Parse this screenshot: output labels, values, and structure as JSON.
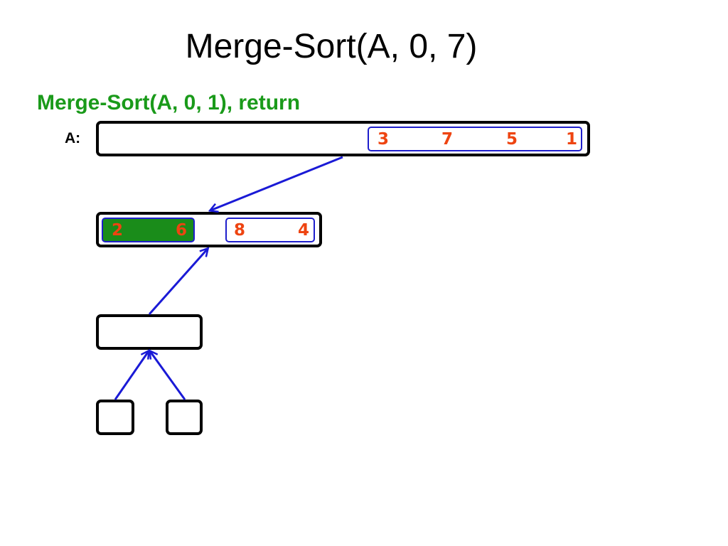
{
  "title": "Merge-Sort(A, 0, 7)",
  "status": {
    "text": "Merge-Sort(A, 0, 1), return",
    "color": "#1a9a1a"
  },
  "array_label": "A:",
  "colors": {
    "number": "#ee4411",
    "subarray_border": "#1e1ecc",
    "sorted_fill": "#1a8c1a",
    "arrow": "#1a1ad6",
    "box_border": "#000000"
  },
  "top_array": {
    "right_half": [
      "3",
      "7",
      "5",
      "1"
    ]
  },
  "level1": {
    "sorted_pair": [
      "2",
      "6"
    ],
    "unsorted_pair": [
      "8",
      "4"
    ]
  }
}
